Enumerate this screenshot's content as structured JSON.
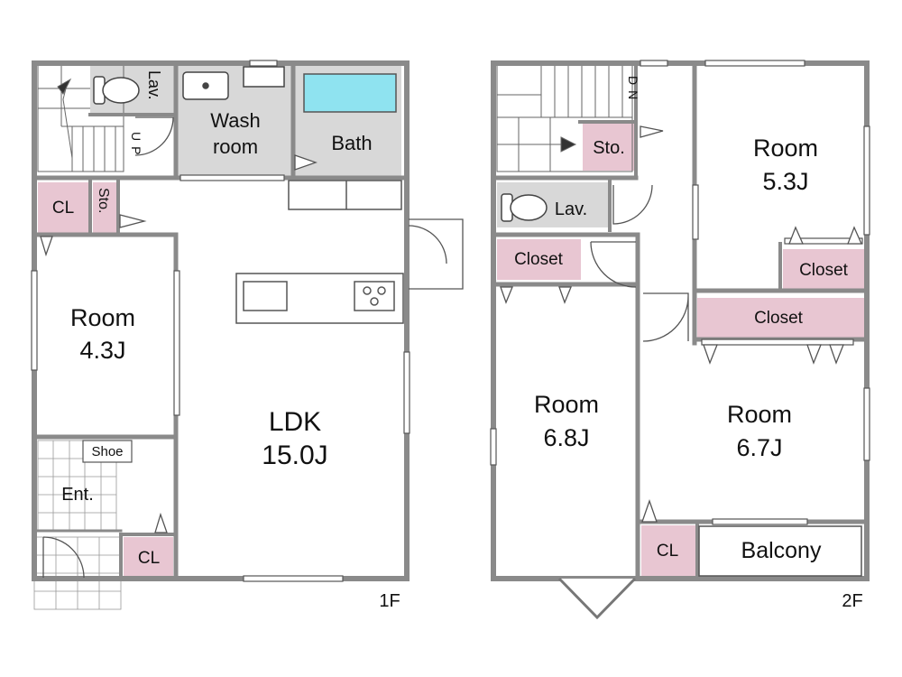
{
  "floors": {
    "first": {
      "label": "1F",
      "rooms": {
        "ldk": {
          "name": "LDK",
          "size": "15.0J"
        },
        "room_a": {
          "name": "Room",
          "size": "4.3J"
        },
        "wash": {
          "line1": "Wash",
          "line2": "room"
        },
        "bath": "Bath",
        "lav": "Lav.",
        "sto": "Sto.",
        "cl_upper": "CL",
        "cl_lower": "CL",
        "entrance": "Ent.",
        "shoe": "Shoe",
        "stairs_up": "UP"
      }
    },
    "second": {
      "label": "2F",
      "rooms": {
        "room_b": {
          "name": "Room",
          "size": "5.3J"
        },
        "room_c": {
          "name": "Room",
          "size": "6.8J"
        },
        "room_d": {
          "name": "Room",
          "size": "6.7J"
        },
        "lav": "Lav.",
        "sto": "Sto.",
        "closet_a": "Closet",
        "closet_b": "Closet",
        "closet_c": "Closet",
        "cl": "CL",
        "balcony": "Balcony",
        "stairs_down": "DN"
      }
    }
  },
  "colors": {
    "wall": "#8a8a8a",
    "wet_area": "#d8d8d8",
    "storage": "#e8c6d2",
    "bathtub": "#8fe3f0",
    "line": "#555555"
  }
}
